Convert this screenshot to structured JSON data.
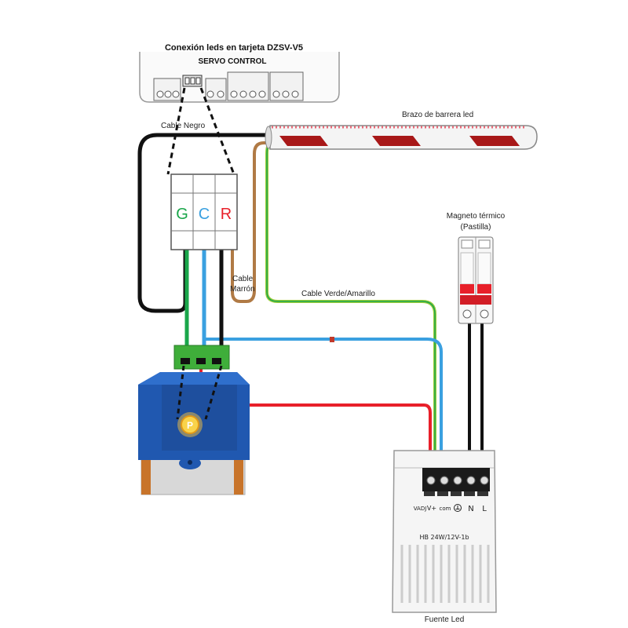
{
  "board": {
    "title": "Conexión leds en tarjeta DZSV-V5",
    "subtitle": "SERVO CONTROL"
  },
  "labels": {
    "cable_negro": "Cable Negro",
    "arm": "Brazo de barrera led",
    "cable_marron_1": "Cable",
    "cable_marron_2": "Marrón",
    "cable_verde": "Cable Verde/Amarillo",
    "magneto_1": "Magneto térmico",
    "magneto_2": "(Pastilla)"
  },
  "connector": {
    "g": "G",
    "c": "C",
    "r": "R"
  },
  "motor": {
    "p_label": "P"
  },
  "psu": {
    "term_vadj": "VADJ",
    "term_vplus": "V+",
    "term_com": "com",
    "term_n": "N",
    "term_l": "L",
    "model": "HB 24W/12V-1b",
    "name": "Fuente Led"
  },
  "colors": {
    "wire_black": "#111111",
    "wire_green": "#1aa64a",
    "wire_blue": "#3aa0e0",
    "wire_red": "#e8202a",
    "wire_brown": "#b07a45",
    "wire_yellowgreen": "#9ccc3a",
    "motor_blue": "#2058b0",
    "connector_green": "#3fae3a"
  }
}
